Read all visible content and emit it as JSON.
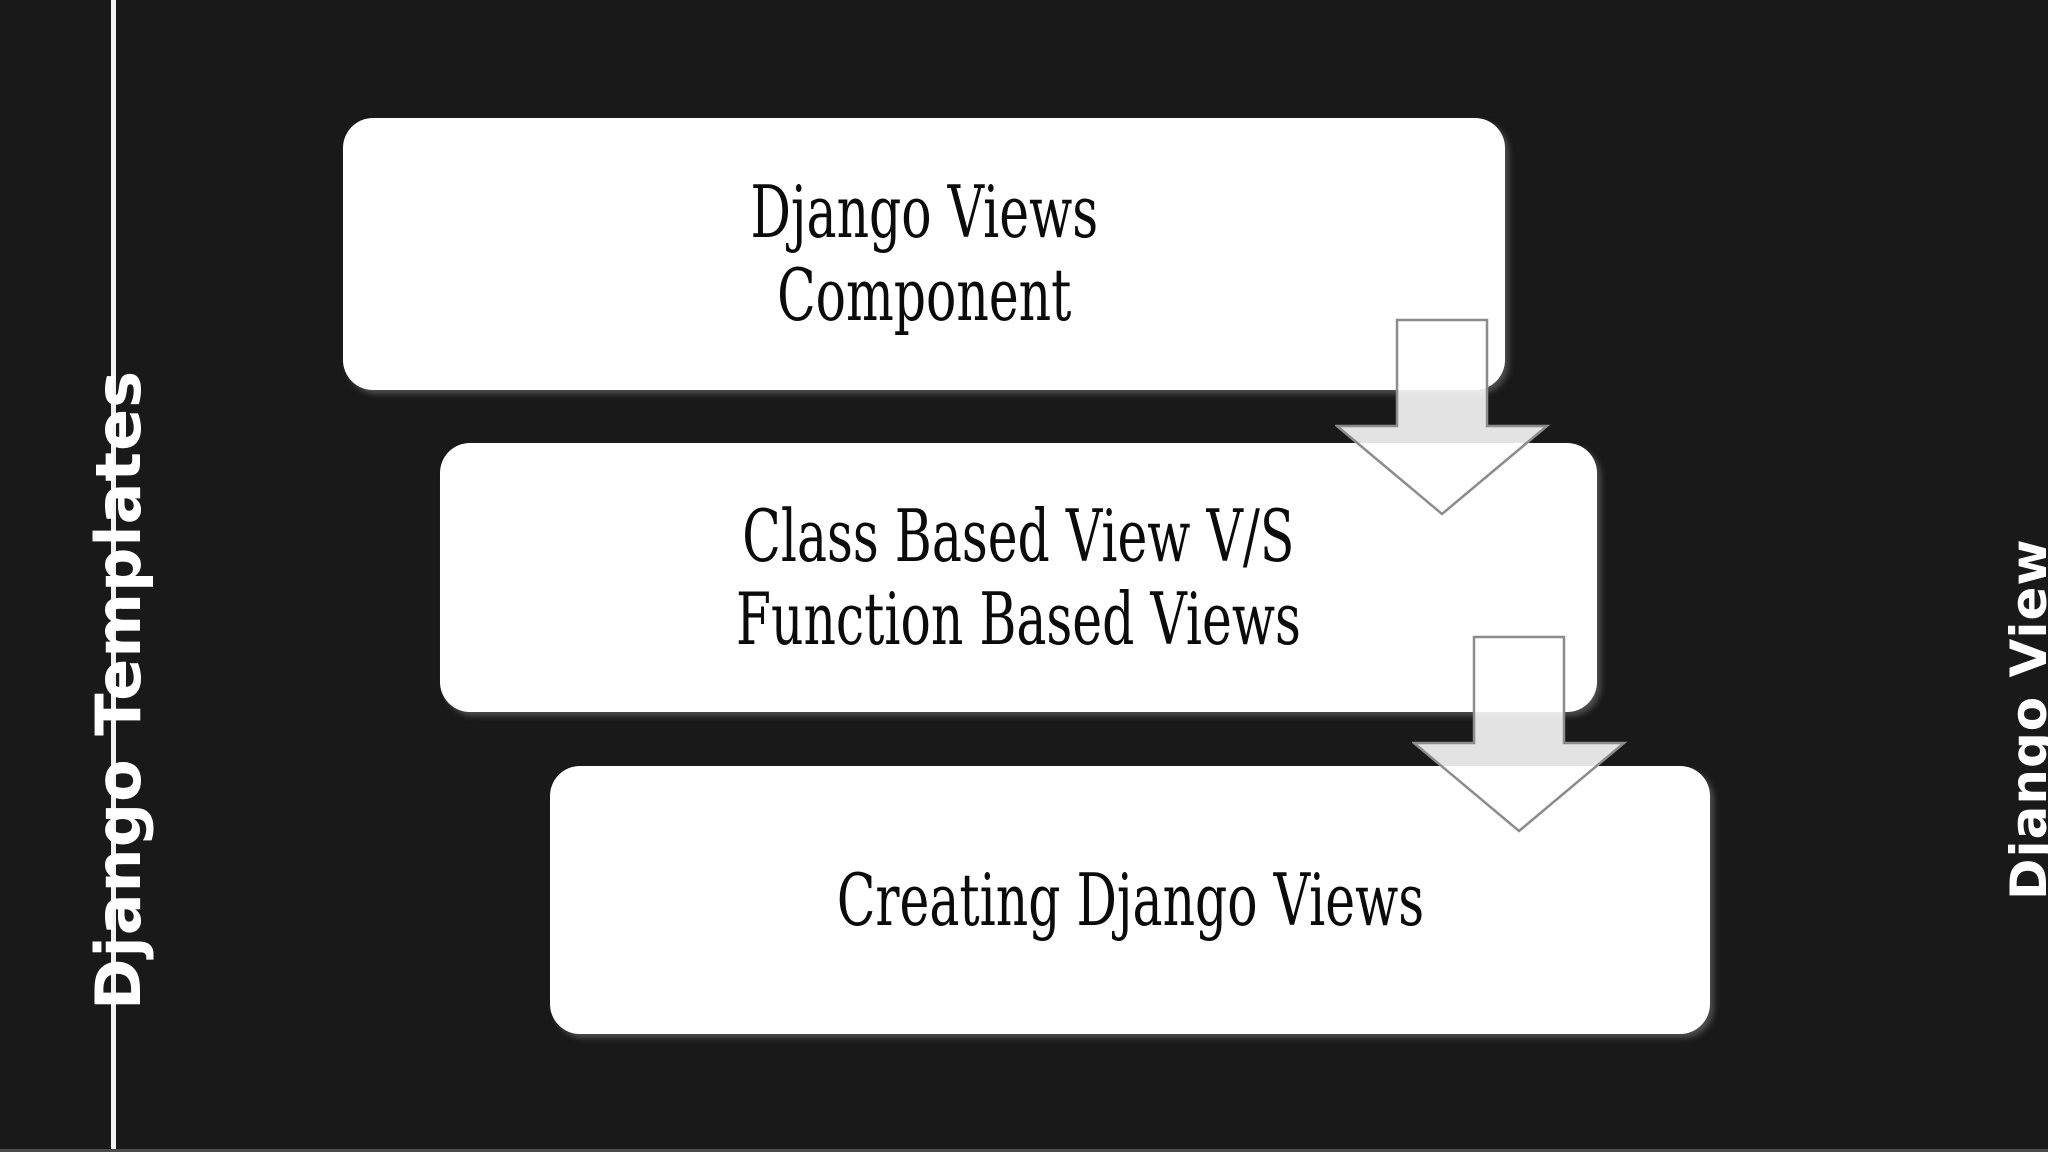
{
  "slide": {
    "background_color": "#191919",
    "divider_color": "#f2f2f2"
  },
  "left_rail": {
    "label": "Django Templates",
    "orientation": "vertical-bottom-to-top",
    "color": "#ffffff"
  },
  "right_rail": {
    "label": "Django View",
    "orientation": "vertical-bottom-to-top",
    "color": "#ffffff"
  },
  "boxes": [
    {
      "id": "box-1",
      "lines": [
        "Django Views",
        "Component"
      ],
      "fill": "#ffffff",
      "text_color": "#0b0b0b"
    },
    {
      "id": "box-2",
      "lines": [
        "Class Based View V/S",
        "Function Based Views"
      ],
      "fill": "#ffffff",
      "text_color": "#0b0b0b"
    },
    {
      "id": "box-3",
      "lines": [
        "Creating Django Views"
      ],
      "fill": "#ffffff",
      "text_color": "#0b0b0b"
    }
  ],
  "arrows": [
    {
      "id": "arrow-1",
      "name": "down-arrow-icon",
      "direction": "down",
      "from": "box-1",
      "to": "box-2",
      "fill": "rgba(255,255,255,0.88)",
      "stroke": "#8c8c8c"
    },
    {
      "id": "arrow-2",
      "name": "down-arrow-icon",
      "direction": "down",
      "from": "box-2",
      "to": "box-3",
      "fill": "rgba(255,255,255,0.88)",
      "stroke": "#8c8c8c"
    }
  ]
}
